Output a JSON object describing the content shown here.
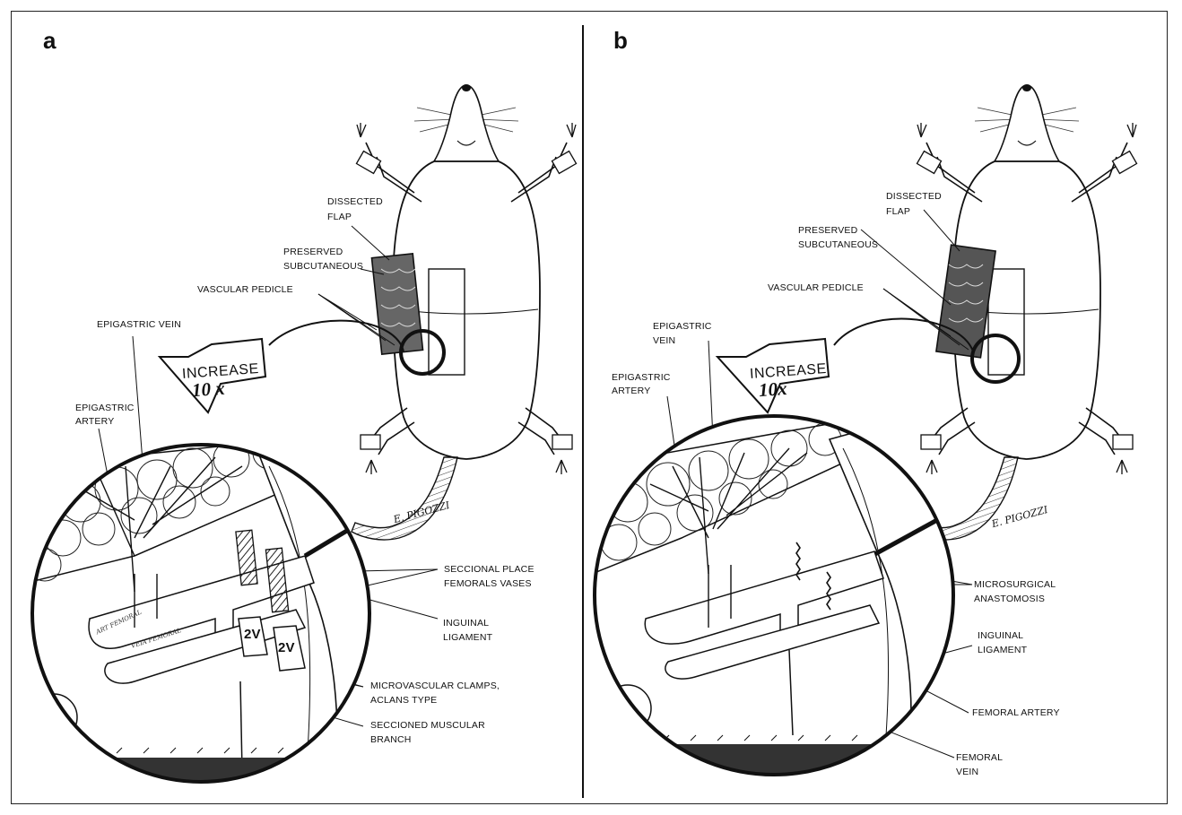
{
  "panels": [
    {
      "letter": "a",
      "increase_word": "INCREASE",
      "increase_factor": "10 x",
      "signature": "E. PIGOZZI",
      "labels": {
        "dissected_flap_1": "DISSECTED",
        "dissected_flap_2": "FLAP",
        "preserved_1": "PRESERVED",
        "preserved_2": "SUBCUTANEOUS",
        "vascular_pedicle": "VASCULAR PEDICLE",
        "epigastric_vein": "EPIGASTRIC VEIN",
        "epigastric_artery_1": "EPIGASTRIC",
        "epigastric_artery_2": "ARTERY",
        "seccional_1": "SECCIONAL PLACE",
        "seccional_2": "FEMORALS VASES",
        "inguinal_1": "INGUINAL",
        "inguinal_2": "LIGAMENT",
        "clamps_1": "MICROVASCULAR CLAMPS,",
        "clamps_2": "ACLANS TYPE",
        "muscular_1": "SECCIONED MUSCULAR",
        "muscular_2": "BRANCH",
        "clamp_mark": "2V",
        "hand_artery": "ART FEMORAL",
        "hand_vein": "VEIA FEMORAL"
      }
    },
    {
      "letter": "b",
      "increase_word": "INCREASE",
      "increase_factor": "10x",
      "signature": "E. PIGOZZI",
      "labels": {
        "dissected_flap_1": "DISSECTED",
        "dissected_flap_2": "FLAP",
        "preserved_1": "PRESERVED",
        "preserved_2": "SUBCUTANEOUS",
        "vascular_pedicle": "VASCULAR PEDICLE",
        "epigastric_vein_1": "EPIGASTRIC",
        "epigastric_vein_2": "VEIN",
        "epigastric_artery_1": "EPIGASTRIC",
        "epigastric_artery_2": "ARTERY",
        "anastomosis_1": "MICROSURGICAL",
        "anastomosis_2": "ANASTOMOSIS",
        "inguinal_1": "INGUINAL",
        "inguinal_2": "LIGAMENT",
        "femoral_artery": "FEMORAL ARTERY",
        "femoral_vein_1": "FEMORAL",
        "femoral_vein_2": "VEIN"
      }
    }
  ]
}
